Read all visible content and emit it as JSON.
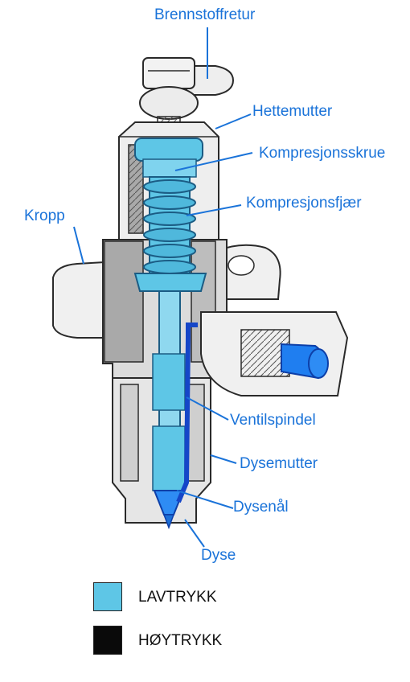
{
  "diagram": {
    "labels": {
      "brennstoffretur": "Brennstoffretur",
      "hettemutter": "Hettemutter",
      "kompresjonsskrue": "Kompresjonsskrue",
      "kompresjonsfjaer": "Kompresjonsfjær",
      "kropp": "Kropp",
      "ventilspindel": "Ventilspindel",
      "dysemutter": "Dysemutter",
      "dysenaal": "Dysenål",
      "dyse": "Dyse"
    },
    "legend": [
      {
        "label": "LAVTRYKK",
        "color": "#5ec6e6"
      },
      {
        "label": "HØYTRYKK",
        "color": "#0a0a0a"
      }
    ],
    "colors": {
      "label_text": "#1a73d9",
      "leader_line": "#1a73d9",
      "low_pressure": "#5ec6e6",
      "high_pressure_line": "#1546c8",
      "body_gray": "#a9a9a9",
      "outline": "#2a2a2a"
    }
  }
}
